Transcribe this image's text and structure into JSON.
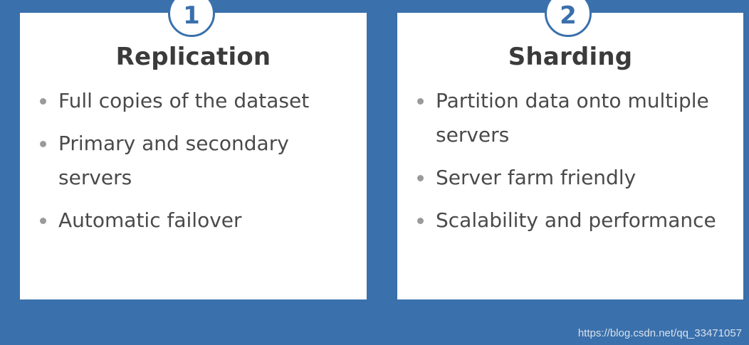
{
  "cards": [
    {
      "number": "1",
      "title": "Replication",
      "points": [
        "Full copies of the dataset",
        "Primary and secondary servers",
        "Automatic failover"
      ]
    },
    {
      "number": "2",
      "title": "Sharding",
      "points": [
        "Partition data onto multiple servers",
        "Server farm friendly",
        "Scalability and performance"
      ]
    }
  ],
  "watermark": "https://blog.csdn.net/qq_33471057",
  "colors": {
    "background": "#3a70ac",
    "card": "#ffffff",
    "title": "#3b3b3b",
    "text": "#4a4a4a"
  }
}
